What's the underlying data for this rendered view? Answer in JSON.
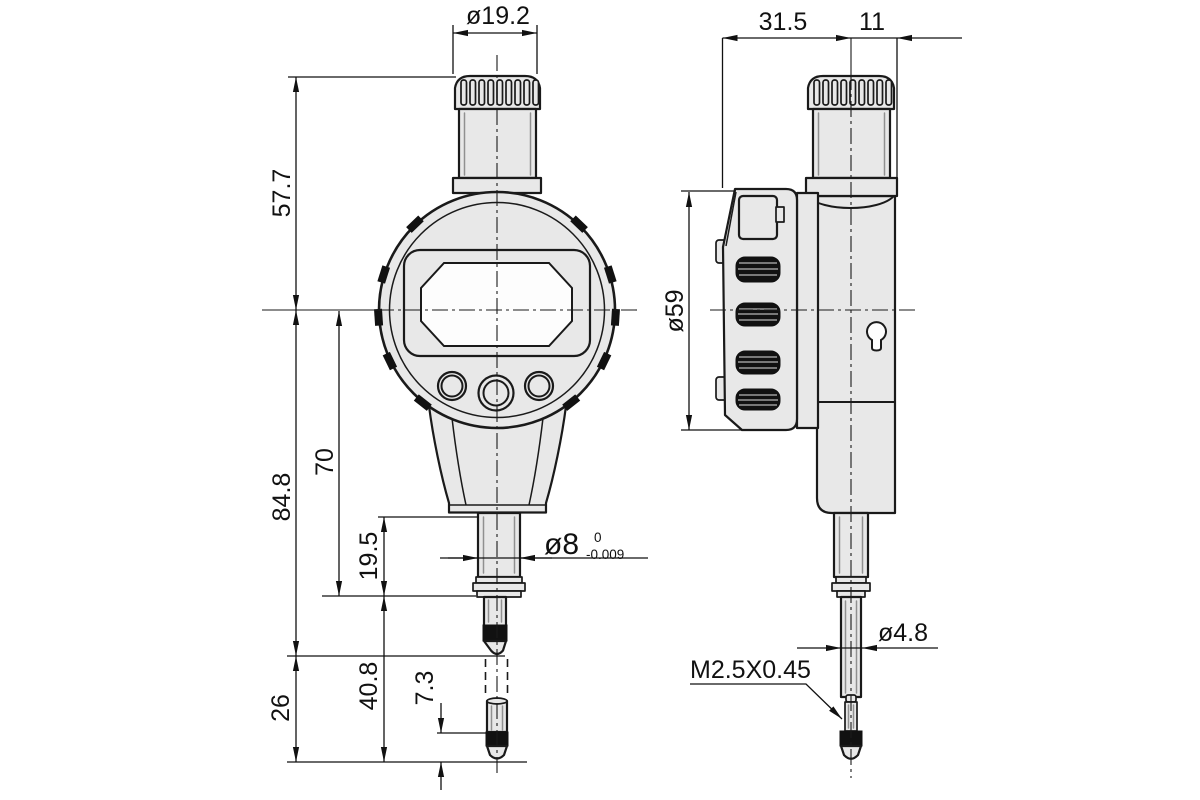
{
  "colors": {
    "background": "#ffffff",
    "line": "#1a1a1a",
    "body_fill": "#e8e8e8",
    "accent_black": "#111111"
  },
  "front_view": {
    "cap_diameter": "ø19.2",
    "height_center_to_cap_top": "57.7",
    "height_center_to_tip_up": "84.8",
    "height_center_to_stem_end": "70",
    "stem_length": "19.5",
    "tip_travel": "26",
    "lower_section_length": "40.8",
    "contact_point_length": "7.3",
    "stem_diameter": "ø8",
    "stem_tolerance_upper": "0",
    "stem_tolerance_lower": "-0.009"
  },
  "side_view": {
    "depth_front_of_axis": "31.5",
    "depth_behind_axis": "11",
    "bezel_diameter": "ø59",
    "spindle_diameter": "ø4.8",
    "contact_thread": "M2.5X0.45"
  }
}
